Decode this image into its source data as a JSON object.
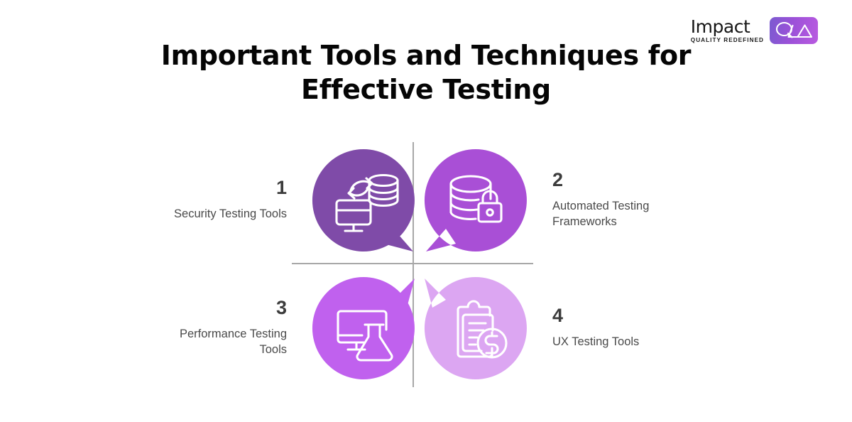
{
  "header": {
    "title": "Important Tools and Techniques for Effective Testing",
    "title_line1": "Important Tools and Techniques for",
    "title_line2": "Effective Testing"
  },
  "logo": {
    "name": "Impact",
    "tagline": "QUALITY REDEFINED",
    "badge_text": "QA",
    "badge_gradient_start": "#7B5BD0",
    "badge_gradient_end": "#B95AE0"
  },
  "colors": {
    "background": "#FFFFFF",
    "title_text": "#050505",
    "label_number": "#3C3C3C",
    "label_text": "#4A4A4A",
    "divider": "#A8A8A8",
    "bubble_1": "#7F4BA8",
    "bubble_2": "#A94FD6",
    "bubble_3": "#C061EE",
    "bubble_4": "#DCA6F2",
    "icon_stroke": "#FFFFFF"
  },
  "items": [
    {
      "number": "1",
      "label": "Security Testing Tools",
      "icon_name": "database-sync-monitor-icon",
      "bubble_color": "#7F4BA8",
      "tail": "bottom-right",
      "position": "top-left"
    },
    {
      "number": "2",
      "label": "Automated Testing Frameworks",
      "icon_name": "database-lock-icon",
      "bubble_color": "#A94FD6",
      "tail": "bottom-left",
      "position": "top-right"
    },
    {
      "number": "3",
      "label": "Performance Testing Tools",
      "icon_name": "monitor-flask-icon",
      "bubble_color": "#C061EE",
      "tail": "top-right",
      "position": "bottom-left"
    },
    {
      "number": "4",
      "label": "UX Testing Tools",
      "icon_name": "clipboard-dollar-icon",
      "bubble_color": "#DCA6F2",
      "tail": "top-left",
      "position": "bottom-right"
    }
  ]
}
